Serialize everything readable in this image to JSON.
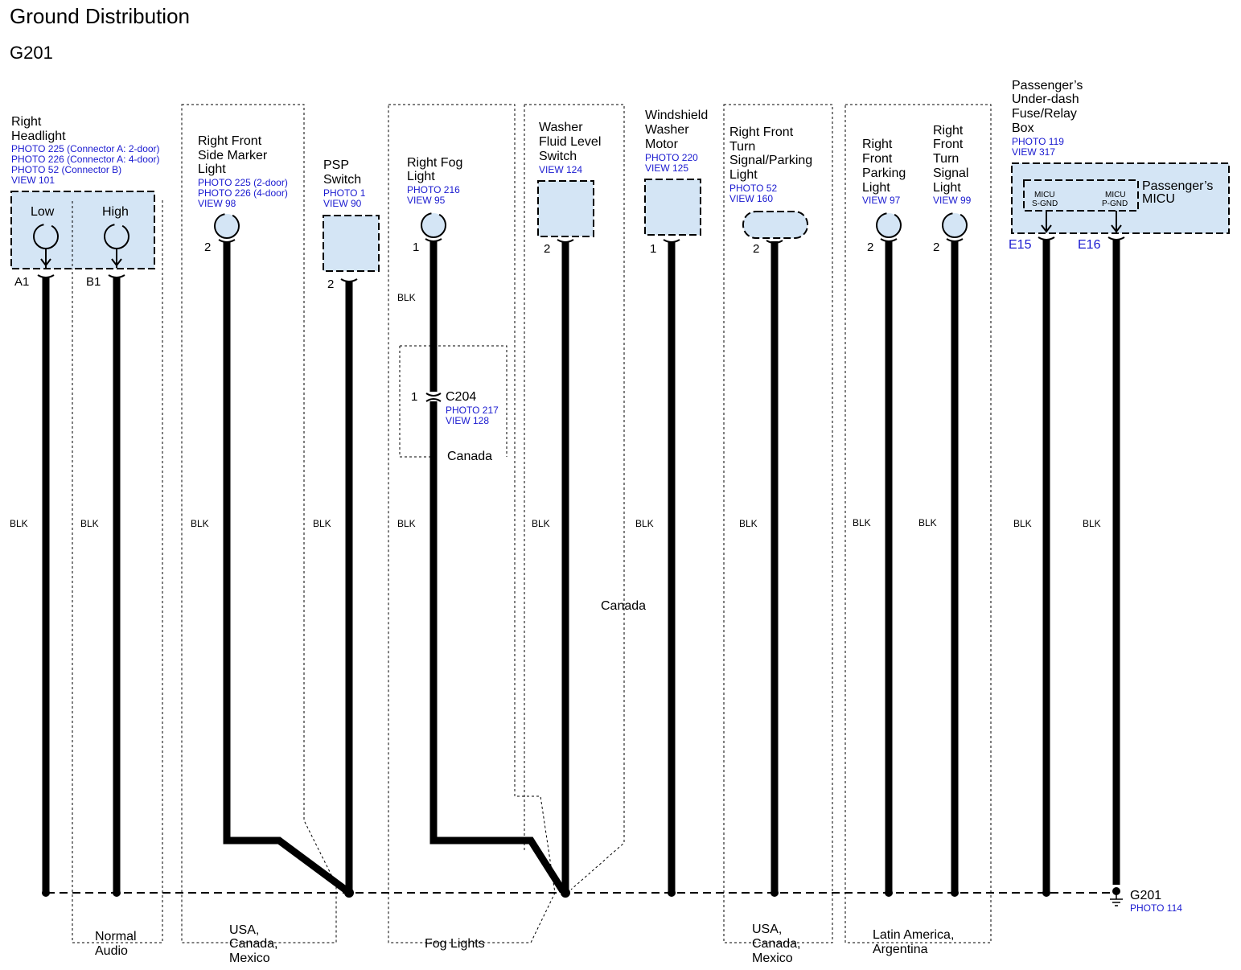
{
  "title": "Ground Distribution",
  "subtitle": "G201",
  "colors": {
    "wire": "#000000",
    "component_fill": "#d4e5f5",
    "ref_text": "#1a1ad0"
  },
  "components": {
    "headlight": {
      "name": [
        "Right",
        "Headlight"
      ],
      "refs": [
        "PHOTO 225 (Connector A: 2-door)",
        "PHOTO 226 (Connector A: 4-door)",
        "PHOTO 52 (Connector B)",
        "VIEW 101"
      ],
      "low": "Low",
      "high": "High",
      "pin_a": "A1",
      "pin_b": "B1"
    },
    "side_marker": {
      "name": [
        "Right Front",
        "Side Marker",
        "Light"
      ],
      "refs": [
        "PHOTO 225 (2-door)",
        "PHOTO 226 (4-door)",
        "VIEW 98"
      ],
      "pin": "2"
    },
    "psp": {
      "name": [
        "PSP",
        "Switch"
      ],
      "refs": [
        "PHOTO 1",
        "VIEW 90"
      ],
      "pin": "2"
    },
    "fog": {
      "name": [
        "Right Fog",
        "Light"
      ],
      "refs": [
        "PHOTO 216",
        "VIEW 95"
      ],
      "pin": "1"
    },
    "c204": {
      "name": "C204",
      "refs": [
        "PHOTO 217",
        "VIEW 128"
      ],
      "pin": "1"
    },
    "washer_switch": {
      "name": [
        "Washer",
        "Fluid Level",
        "Switch"
      ],
      "refs": [
        "VIEW 124"
      ],
      "pin": "2"
    },
    "washer_motor": {
      "name": [
        "Windshield",
        "Washer",
        "Motor"
      ],
      "refs": [
        "PHOTO 220",
        "VIEW 125"
      ],
      "pin": "1"
    },
    "turn_parking": {
      "name": [
        "Right Front",
        "Turn",
        "Signal/Parking",
        "Light"
      ],
      "refs": [
        "PHOTO 52",
        "VIEW 160"
      ],
      "pin": "2"
    },
    "parking": {
      "name": [
        "Right",
        "Front",
        "Parking",
        "Light"
      ],
      "refs": [
        "VIEW 97"
      ],
      "pin": "2"
    },
    "turn_signal": {
      "name": [
        "Right",
        "Front",
        "Turn",
        "Signal",
        "Light"
      ],
      "refs": [
        "VIEW 99"
      ],
      "pin": "2"
    },
    "fuse_box": {
      "name": [
        "Passenger’s",
        "Under-dash",
        "Fuse/Relay",
        "Box"
      ],
      "refs": [
        "PHOTO 119",
        "VIEW 317"
      ],
      "micu": [
        "Passenger’s",
        "MICU"
      ],
      "s_gnd": [
        "MICU",
        "S-GND"
      ],
      "p_gnd": [
        "MICU",
        "P-GND"
      ],
      "pin_e15": "E15",
      "pin_e16": "E16"
    }
  },
  "wire_color": "BLK",
  "regions": {
    "normal_audio": [
      "Normal",
      "Audio"
    ],
    "usa_1": [
      "USA,",
      "Canada,",
      "Mexico"
    ],
    "fog_lights": "Fog Lights",
    "canada_c204": "Canada",
    "canada_washer": "Canada",
    "usa_2": [
      "USA,",
      "Canada,",
      "Mexico"
    ],
    "latam": [
      "Latin America,",
      "Argentina"
    ]
  },
  "ground": {
    "name": "G201",
    "ref": "PHOTO 114"
  }
}
